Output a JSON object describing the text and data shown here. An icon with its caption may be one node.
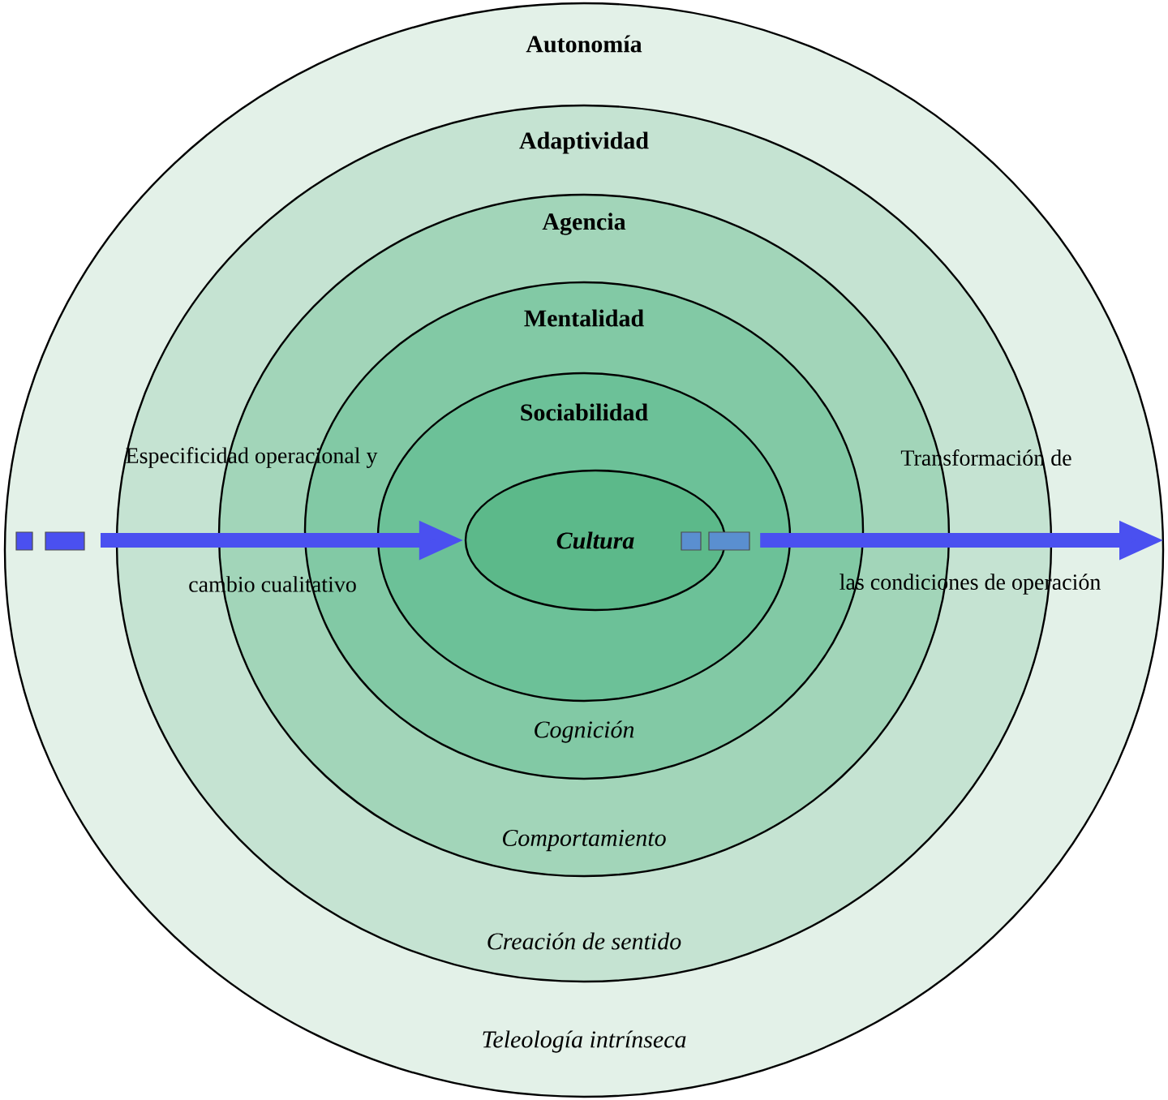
{
  "diagram": {
    "nodes": [
      {
        "text": [
          "Autonomía",
          "Teleología intrínseca"
        ]
      },
      {
        "text": [
          "Adaptividad",
          "Creación de sentido"
        ],
        "in": 0
      },
      {
        "text": [
          "Agencia",
          "Comportamiento"
        ],
        "in": 1
      },
      {
        "text": [
          "Mentalidad",
          "Cognición"
        ],
        "in": 2
      },
      {
        "text": [
          "Sociabilidad"
        ],
        "in": 3
      },
      {
        "text": [
          "Cultura"
        ],
        "in": 4
      }
    ],
    "edges": [
      {
        "from": null,
        "to": 5,
        "arrow": "to"
      },
      {
        "from": 5,
        "to": null,
        "arrow": "to"
      }
    ],
    "labels": [
      "Especificidad operacional y",
      "Transformación de",
      "cambio cualitativo",
      "las condiciones de operación"
    ]
  }
}
